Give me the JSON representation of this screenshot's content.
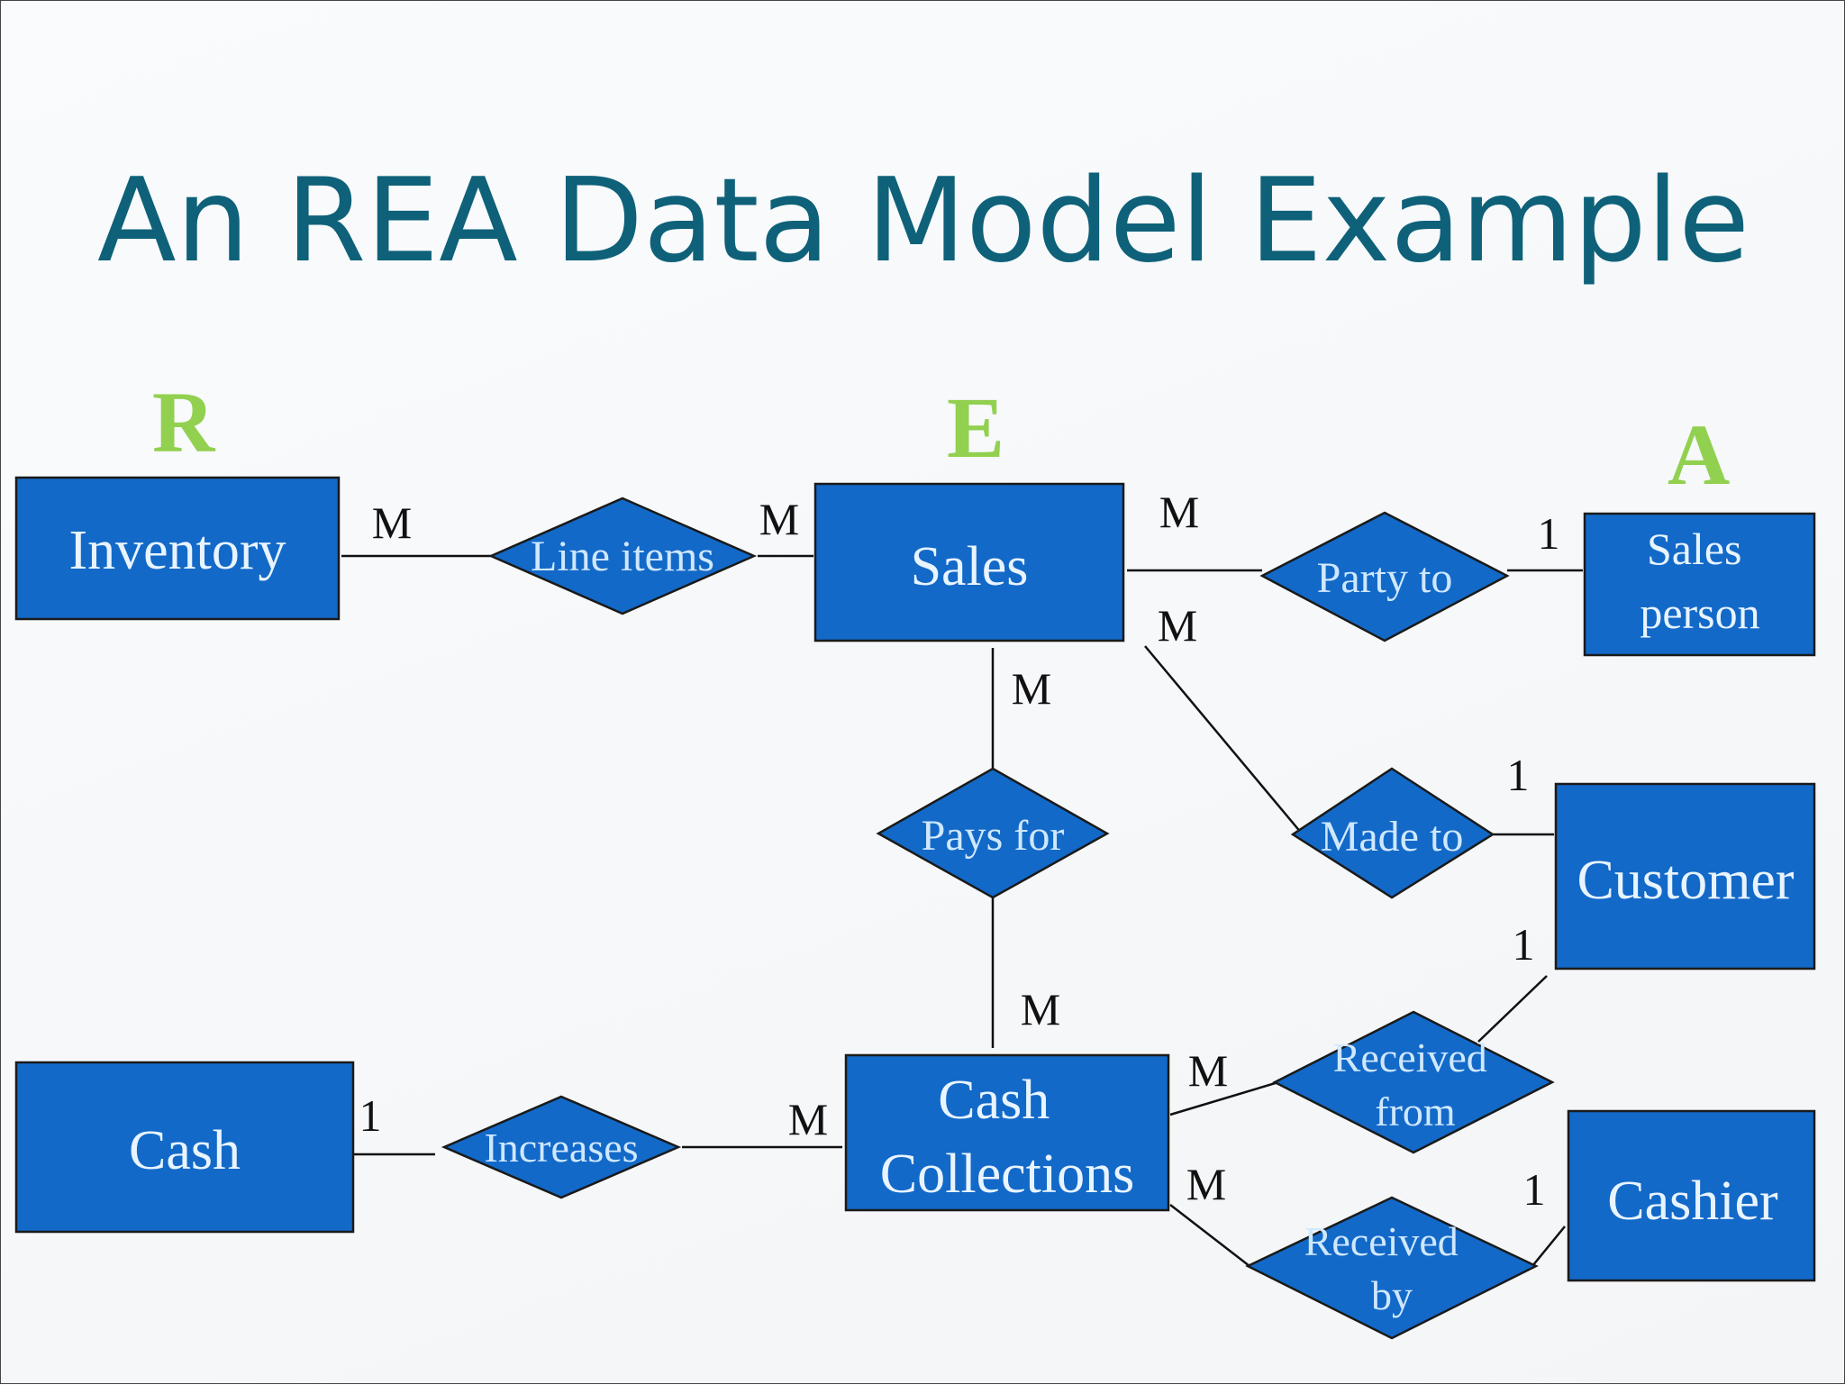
{
  "title": "An REA Data Model Example",
  "columns": {
    "resources": "R",
    "events": "E",
    "agents": "A"
  },
  "colors": {
    "title": "#0e6179",
    "column_letters": "#92d050",
    "shape_fill": "#1369c8",
    "entity_text": "#e8f4ff",
    "relationship_text": "#cfe8ff"
  },
  "entities": {
    "inventory": [
      "Inventory"
    ],
    "sales": [
      "Sales"
    ],
    "sales_person": [
      "Sales",
      "person"
    ],
    "customer": [
      "Customer"
    ],
    "cash": [
      "Cash"
    ],
    "cash_collections": [
      "Cash",
      "Collections"
    ],
    "cashier": [
      "Cashier"
    ]
  },
  "relationships": {
    "line_items": [
      "Line items"
    ],
    "party_to": [
      "Party to"
    ],
    "pays_for": [
      "Pays for"
    ],
    "made_to": [
      "Made to"
    ],
    "increases": [
      "Increases"
    ],
    "received_from": [
      "Received",
      "from"
    ],
    "received_by": [
      "Received",
      "by"
    ]
  },
  "cardinalities": {
    "inventory_line_items": "M",
    "line_items_sales": "M",
    "sales_party_to": "M",
    "party_to_sales_person": "1",
    "sales_made_to": "M",
    "made_to_customer": "1",
    "sales_pays_for": "M",
    "pays_for_cash_collections": "M",
    "cash_increases": "1",
    "increases_cash_collections": "M",
    "cash_collections_received_from": "M",
    "received_from_customer": "1",
    "cash_collections_received_by": "M",
    "received_by_cashier": "1"
  }
}
